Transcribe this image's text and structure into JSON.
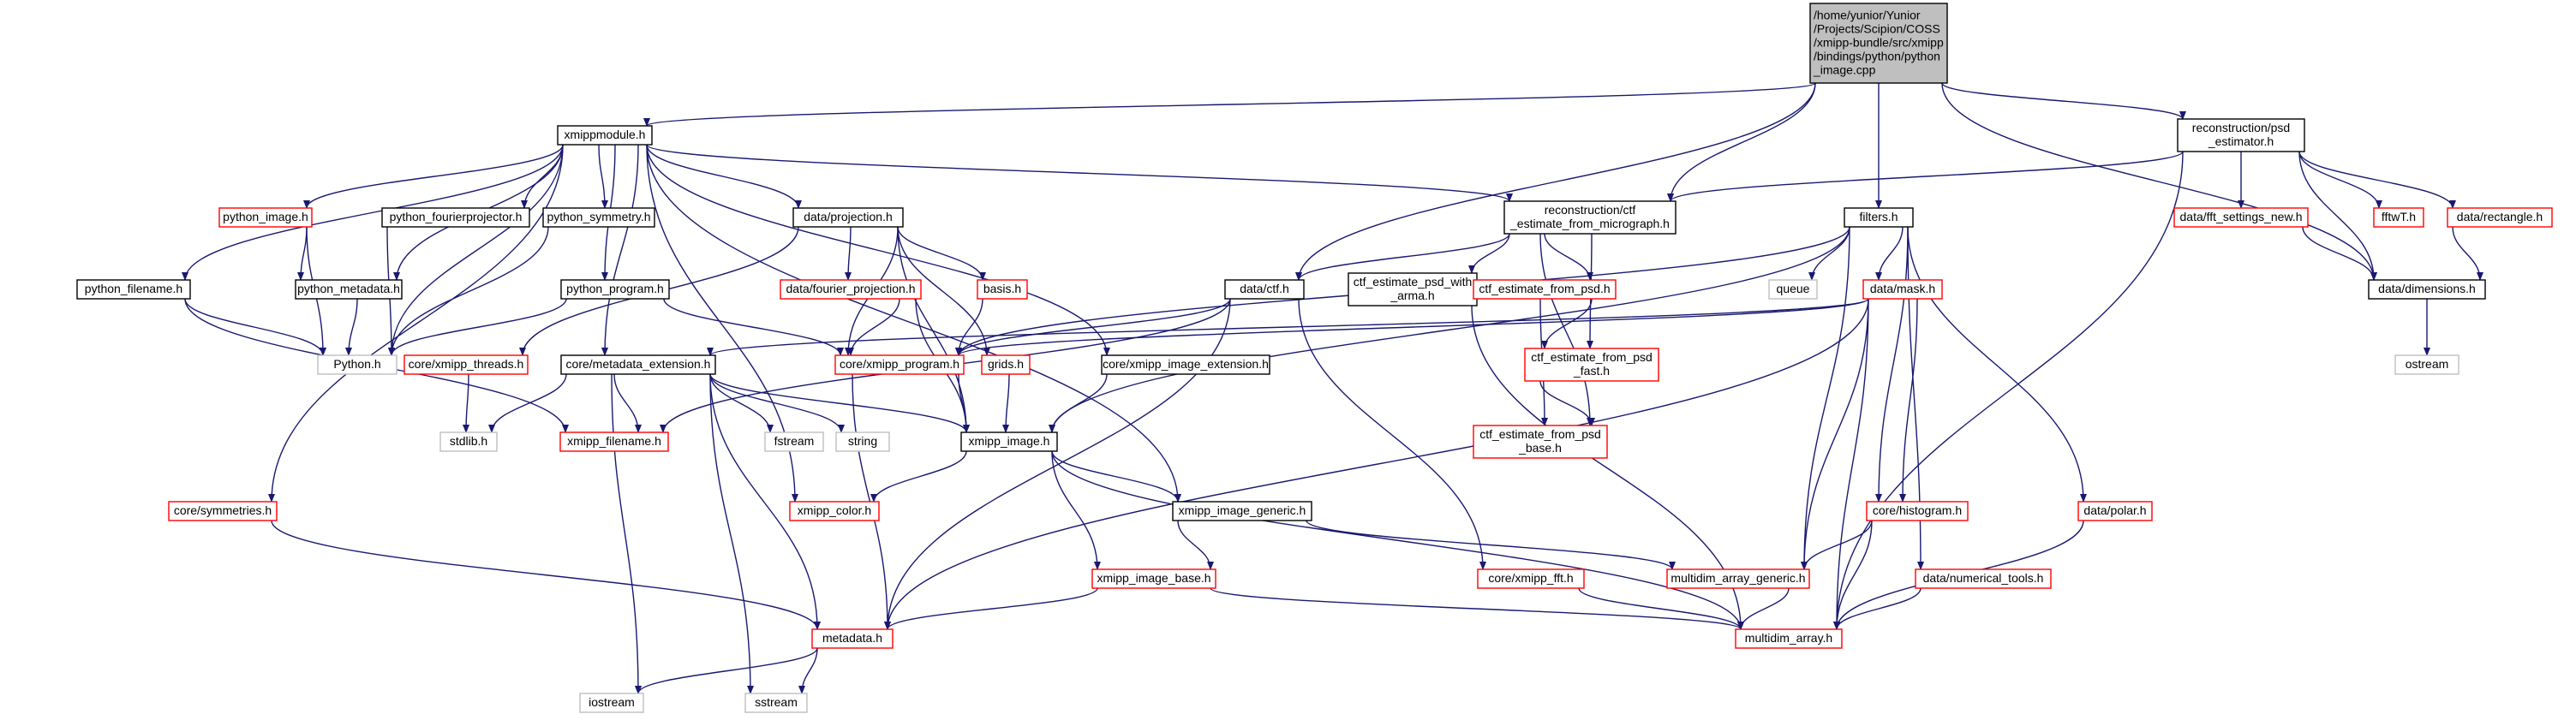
{
  "graph": {
    "colors": {
      "edge": "#191970",
      "root_fill": "#bfbfbf",
      "documented_border": "#000000",
      "undocumented_border": "#ff0000",
      "external_border": "#bfbfbf"
    },
    "nodes": [
      {
        "id": "root",
        "kind": "root",
        "lines": [
          "/home/yunior/Yunior",
          "/Projects/Scipion/COSS",
          "/xmipp-bundle/src/xmipp",
          "/bindings/python/python",
          "_image.cpp"
        ]
      },
      {
        "id": "xmippmodule",
        "kind": "black",
        "lines": [
          "xmippmodule.h"
        ]
      },
      {
        "id": "recon_psd",
        "kind": "black",
        "lines": [
          "reconstruction/psd",
          "_estimator.h"
        ]
      },
      {
        "id": "recon_ctf",
        "kind": "black",
        "lines": [
          "reconstruction/ctf",
          "_estimate_from_micrograph.h"
        ]
      },
      {
        "id": "filters",
        "kind": "black",
        "lines": [
          "filters.h"
        ]
      },
      {
        "id": "python_image",
        "kind": "red",
        "lines": [
          "python_image.h"
        ]
      },
      {
        "id": "python_fourierprojector",
        "kind": "black",
        "lines": [
          "python_fourierprojector.h"
        ]
      },
      {
        "id": "python_symmetry",
        "kind": "black",
        "lines": [
          "python_symmetry.h"
        ]
      },
      {
        "id": "data_projection",
        "kind": "black",
        "lines": [
          "data/projection.h"
        ]
      },
      {
        "id": "python_filename",
        "kind": "black",
        "lines": [
          "python_filename.h"
        ]
      },
      {
        "id": "python_metadata",
        "kind": "black",
        "lines": [
          "python_metadata.h"
        ]
      },
      {
        "id": "python_program",
        "kind": "black",
        "lines": [
          "python_program.h"
        ]
      },
      {
        "id": "data_fourier_projection",
        "kind": "red",
        "lines": [
          "data/fourier_projection.h"
        ]
      },
      {
        "id": "basis",
        "kind": "red",
        "lines": [
          "basis.h"
        ]
      },
      {
        "id": "data_ctf",
        "kind": "black",
        "lines": [
          "data/ctf.h"
        ]
      },
      {
        "id": "ctf_psd_arma",
        "kind": "black",
        "lines": [
          "ctf_estimate_psd_with",
          "_arma.h"
        ]
      },
      {
        "id": "ctf_from_psd",
        "kind": "red",
        "lines": [
          "ctf_estimate_from_psd.h"
        ]
      },
      {
        "id": "queue",
        "kind": "grey",
        "lines": [
          "queue"
        ]
      },
      {
        "id": "data_mask",
        "kind": "red",
        "lines": [
          "data/mask.h"
        ]
      },
      {
        "id": "data_fft_settings",
        "kind": "red",
        "lines": [
          "data/fft_settings_new.h"
        ]
      },
      {
        "id": "fftwT",
        "kind": "red",
        "lines": [
          "fftwT.h"
        ]
      },
      {
        "id": "data_rectangle",
        "kind": "red",
        "lines": [
          "data/rectangle.h"
        ]
      },
      {
        "id": "data_dimensions",
        "kind": "black",
        "lines": [
          "data/dimensions.h"
        ]
      },
      {
        "id": "ostream",
        "kind": "grey",
        "lines": [
          "ostream"
        ]
      },
      {
        "id": "python_h",
        "kind": "grey",
        "lines": [
          "Python.h"
        ]
      },
      {
        "id": "core_xmipp_threads",
        "kind": "red",
        "lines": [
          "core/xmipp_threads.h"
        ]
      },
      {
        "id": "core_metadata_extension",
        "kind": "black",
        "lines": [
          "core/metadata_extension.h"
        ]
      },
      {
        "id": "core_xmipp_program",
        "kind": "red",
        "lines": [
          "core/xmipp_program.h"
        ]
      },
      {
        "id": "grids",
        "kind": "red",
        "lines": [
          "grids.h"
        ]
      },
      {
        "id": "core_xmipp_image_extension",
        "kind": "black",
        "lines": [
          "core/xmipp_image_extension.h"
        ]
      },
      {
        "id": "ctf_from_psd_fast",
        "kind": "red",
        "lines": [
          "ctf_estimate_from_psd",
          "_fast.h"
        ]
      },
      {
        "id": "stdlib",
        "kind": "grey",
        "lines": [
          "stdlib.h"
        ]
      },
      {
        "id": "xmipp_filename",
        "kind": "red",
        "lines": [
          "xmipp_filename.h"
        ]
      },
      {
        "id": "fstream",
        "kind": "grey",
        "lines": [
          "fstream"
        ]
      },
      {
        "id": "string",
        "kind": "grey",
        "lines": [
          "string"
        ]
      },
      {
        "id": "xmipp_image",
        "kind": "black",
        "lines": [
          "xmipp_image.h"
        ]
      },
      {
        "id": "ctf_from_psd_base",
        "kind": "red",
        "lines": [
          "ctf_estimate_from_psd",
          "_base.h"
        ]
      },
      {
        "id": "core_symmetries",
        "kind": "red",
        "lines": [
          "core/symmetries.h"
        ]
      },
      {
        "id": "xmipp_color",
        "kind": "red",
        "lines": [
          "xmipp_color.h"
        ]
      },
      {
        "id": "xmipp_image_generic",
        "kind": "black",
        "lines": [
          "xmipp_image_generic.h"
        ]
      },
      {
        "id": "core_histogram",
        "kind": "red",
        "lines": [
          "core/histogram.h"
        ]
      },
      {
        "id": "data_polar",
        "kind": "red",
        "lines": [
          "data/polar.h"
        ]
      },
      {
        "id": "xmipp_image_base",
        "kind": "red",
        "lines": [
          "xmipp_image_base.h"
        ]
      },
      {
        "id": "core_xmipp_fft",
        "kind": "red",
        "lines": [
          "core/xmipp_fft.h"
        ]
      },
      {
        "id": "multidim_array_generic",
        "kind": "red",
        "lines": [
          "multidim_array_generic.h"
        ]
      },
      {
        "id": "data_numerical_tools",
        "kind": "red",
        "lines": [
          "data/numerical_tools.h"
        ]
      },
      {
        "id": "metadata",
        "kind": "red",
        "lines": [
          "metadata.h"
        ]
      },
      {
        "id": "multidim_array",
        "kind": "red",
        "lines": [
          "multidim_array.h"
        ]
      },
      {
        "id": "iostream",
        "kind": "grey",
        "lines": [
          "iostream"
        ]
      },
      {
        "id": "sstream",
        "kind": "grey",
        "lines": [
          "sstream"
        ]
      }
    ],
    "edges": [
      [
        "root",
        "xmippmodule"
      ],
      [
        "root",
        "recon_psd"
      ],
      [
        "root",
        "recon_ctf"
      ],
      [
        "root",
        "filters"
      ],
      [
        "root",
        "data_ctf"
      ],
      [
        "root",
        "data_dimensions"
      ],
      [
        "xmippmodule",
        "python_image"
      ],
      [
        "xmippmodule",
        "python_fourierprojector"
      ],
      [
        "xmippmodule",
        "python_symmetry"
      ],
      [
        "xmippmodule",
        "data_projection"
      ],
      [
        "xmippmodule",
        "python_filename"
      ],
      [
        "xmippmodule",
        "python_metadata"
      ],
      [
        "xmippmodule",
        "python_program"
      ],
      [
        "xmippmodule",
        "python_h"
      ],
      [
        "xmippmodule",
        "core_metadata_extension"
      ],
      [
        "xmippmodule",
        "core_xmipp_image_extension"
      ],
      [
        "xmippmodule",
        "recon_ctf"
      ],
      [
        "xmippmodule",
        "core_symmetries"
      ],
      [
        "xmippmodule",
        "xmipp_color"
      ],
      [
        "xmippmodule",
        "xmipp_image_generic"
      ],
      [
        "python_image",
        "python_metadata"
      ],
      [
        "python_image",
        "python_h"
      ],
      [
        "python_fourierprojector",
        "python_h"
      ],
      [
        "python_symmetry",
        "python_h"
      ],
      [
        "python_filename",
        "python_h"
      ],
      [
        "python_filename",
        "xmipp_filename"
      ],
      [
        "python_metadata",
        "python_h"
      ],
      [
        "python_program",
        "python_h"
      ],
      [
        "python_program",
        "core_xmipp_program"
      ],
      [
        "data_projection",
        "data_fourier_projection"
      ],
      [
        "data_projection",
        "basis"
      ],
      [
        "data_projection",
        "core_xmipp_program"
      ],
      [
        "data_projection",
        "grids"
      ],
      [
        "data_projection",
        "xmipp_image"
      ],
      [
        "data_projection",
        "core_xmipp_threads"
      ],
      [
        "data_fourier_projection",
        "core_xmipp_program"
      ],
      [
        "data_fourier_projection",
        "xmipp_image"
      ],
      [
        "basis",
        "core_xmipp_program"
      ],
      [
        "grids",
        "xmipp_image"
      ],
      [
        "recon_psd",
        "recon_ctf"
      ],
      [
        "recon_psd",
        "data_fft_settings"
      ],
      [
        "recon_psd",
        "fftwT"
      ],
      [
        "recon_psd",
        "data_rectangle"
      ],
      [
        "recon_psd",
        "data_dimensions"
      ],
      [
        "recon_psd",
        "multidim_array"
      ],
      [
        "recon_ctf",
        "data_ctf"
      ],
      [
        "recon_ctf",
        "ctf_psd_arma"
      ],
      [
        "recon_ctf",
        "ctf_from_psd"
      ],
      [
        "recon_ctf",
        "ctf_from_psd_fast"
      ],
      [
        "recon_ctf",
        "ctf_from_psd_base"
      ],
      [
        "filters",
        "queue"
      ],
      [
        "filters",
        "data_mask"
      ],
      [
        "filters",
        "core_xmipp_program"
      ],
      [
        "filters",
        "xmipp_image"
      ],
      [
        "filters",
        "core_histogram"
      ],
      [
        "filters",
        "data_polar"
      ],
      [
        "filters",
        "data_numerical_tools"
      ],
      [
        "filters",
        "multidim_array_generic"
      ],
      [
        "data_fft_settings",
        "data_dimensions"
      ],
      [
        "data_rectangle",
        "data_dimensions"
      ],
      [
        "data_dimensions",
        "ostream"
      ],
      [
        "data_ctf",
        "core_xmipp_program"
      ],
      [
        "data_ctf",
        "xmipp_filename"
      ],
      [
        "data_ctf",
        "metadata"
      ],
      [
        "data_ctf",
        "core_xmipp_fft"
      ],
      [
        "ctf_psd_arma",
        "multidim_array"
      ],
      [
        "ctf_from_psd",
        "ctf_from_psd_fast"
      ],
      [
        "ctf_from_psd",
        "ctf_from_psd_base"
      ],
      [
        "ctf_from_psd_fast",
        "ctf_from_psd_base"
      ],
      [
        "data_mask",
        "core_metadata_extension"
      ],
      [
        "data_mask",
        "core_xmipp_program"
      ],
      [
        "data_mask",
        "core_histogram"
      ],
      [
        "data_mask",
        "multidim_array_generic"
      ],
      [
        "data_mask",
        "multidim_array"
      ],
      [
        "data_mask",
        "metadata"
      ],
      [
        "core_xmipp_threads",
        "stdlib"
      ],
      [
        "core_xmipp_program",
        "xmipp_image"
      ],
      [
        "core_xmipp_program",
        "metadata"
      ],
      [
        "core_xmipp_image_extension",
        "xmipp_image"
      ],
      [
        "core_metadata_extension",
        "stdlib"
      ],
      [
        "core_metadata_extension",
        "xmipp_filename"
      ],
      [
        "core_metadata_extension",
        "fstream"
      ],
      [
        "core_metadata_extension",
        "string"
      ],
      [
        "core_metadata_extension",
        "xmipp_image"
      ],
      [
        "core_metadata_extension",
        "metadata"
      ],
      [
        "core_metadata_extension",
        "iostream"
      ],
      [
        "core_metadata_extension",
        "sstream"
      ],
      [
        "xmipp_image",
        "xmipp_color"
      ],
      [
        "xmipp_image",
        "xmipp_image_generic"
      ],
      [
        "xmipp_image",
        "xmipp_image_base"
      ],
      [
        "xmipp_image",
        "multidim_array"
      ],
      [
        "xmipp_image_generic",
        "xmipp_image_base"
      ],
      [
        "xmipp_image_generic",
        "multidim_array_generic"
      ],
      [
        "core_symmetries",
        "metadata"
      ],
      [
        "xmipp_image_base",
        "metadata"
      ],
      [
        "xmipp_image_base",
        "multidim_array"
      ],
      [
        "core_histogram",
        "multidim_array_generic"
      ],
      [
        "core_histogram",
        "multidim_array"
      ],
      [
        "data_polar",
        "multidim_array"
      ],
      [
        "data_numerical_tools",
        "multidim_array"
      ],
      [
        "core_xmipp_fft",
        "multidim_array"
      ],
      [
        "multidim_array_generic",
        "multidim_array"
      ],
      [
        "metadata",
        "iostream"
      ],
      [
        "metadata",
        "sstream"
      ]
    ]
  }
}
